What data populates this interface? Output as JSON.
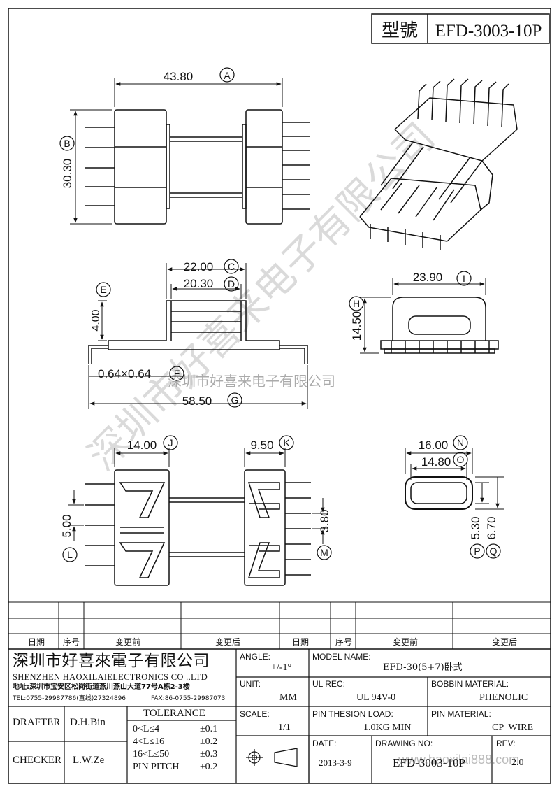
{
  "header": {
    "model_label": "型號",
    "model_value": "EFD-3003-10P"
  },
  "watermark": {
    "diagonal_text": "深圳市好喜来电子有限公司",
    "horizontal_text": "深圳市好喜来电子有限公司",
    "url": "www.haoxilai888.com"
  },
  "dimensions": {
    "A": {
      "value": "43.80",
      "tag": "A"
    },
    "B": {
      "value": "30.30",
      "tag": "B"
    },
    "C": {
      "value": "22.00",
      "tag": "C"
    },
    "D": {
      "value": "20.30",
      "tag": "D"
    },
    "E": {
      "value": "4.00",
      "tag": "E"
    },
    "F": {
      "value": "0.64×0.64",
      "tag": "F"
    },
    "G": {
      "value": "58.50",
      "tag": "G"
    },
    "H": {
      "value": "14.50",
      "tag": "H"
    },
    "I": {
      "value": "23.90",
      "tag": "I"
    },
    "J": {
      "value": "14.00",
      "tag": "J"
    },
    "K": {
      "value": "9.50",
      "tag": "K"
    },
    "L": {
      "value": "5.00",
      "tag": "L"
    },
    "M": {
      "value": "3.80",
      "tag": "M"
    },
    "N": {
      "value": "16.00",
      "tag": "N"
    },
    "O": {
      "value": "14.80",
      "tag": "O"
    },
    "P": {
      "value": "5.30",
      "tag": "P"
    },
    "Q": {
      "value": "6.70",
      "tag": "Q"
    }
  },
  "revision_table": {
    "headers": [
      "日期",
      "序号",
      "变更前",
      "变更后",
      "日期",
      "序号",
      "变更前",
      "变更后"
    ]
  },
  "title_block": {
    "company_cn": "深圳市好喜來電子有限公司",
    "company_en": "SHENZHEN HAOXILAIELECTRONICS CO .,LTD",
    "address": "地址:深圳市宝安区松岗街道燕川燕山大道77号A栋2-3楼",
    "tel": "TEL:0755-29987786(直线)27324896",
    "fax": "FAX:86-0755-29987073",
    "drafter_label": "DRAFTER",
    "drafter_value": "D.H.Bin",
    "checker_label": "CHECKER",
    "checker_value": "L.W.Ze",
    "tolerance_title": "TOLERANCE",
    "tolerance_rows": [
      {
        "range": "0<L≤4",
        "tol": "±0.1"
      },
      {
        "range": "4<L≤16",
        "tol": "±0.2"
      },
      {
        "range": "16<L≤50",
        "tol": "±0.3"
      },
      {
        "range": "PIN PITCH",
        "tol": "±0.2"
      }
    ],
    "angle_label": "ANGLE:",
    "angle_value": "+/-1°",
    "unit_label": "UNIT:",
    "unit_value": "MM",
    "scale_label": "SCALE:",
    "scale_value": "1/1",
    "model_name_label": "MODEL NAME:",
    "model_name_value": "EFD-30(5+7)卧式",
    "ul_label": "UL REC:",
    "ul_value": "UL 94V-0",
    "bobbin_label": "BOBBIN MATERIAL:",
    "bobbin_value": "PHENOLIC",
    "pin_load_label": "PIN THESION LOAD:",
    "pin_load_value": "1.0KG MIN",
    "pin_material_label": "PIN MATERIAL:",
    "pin_material_value": "CP  WIRE",
    "date_label": "DATE:",
    "date_value": "2013-3-9",
    "drawing_no_label": "DRAWING NO:",
    "drawing_no_value": "EFD-3003-10P",
    "rev_label": "REV:",
    "rev_value": "2.0"
  }
}
